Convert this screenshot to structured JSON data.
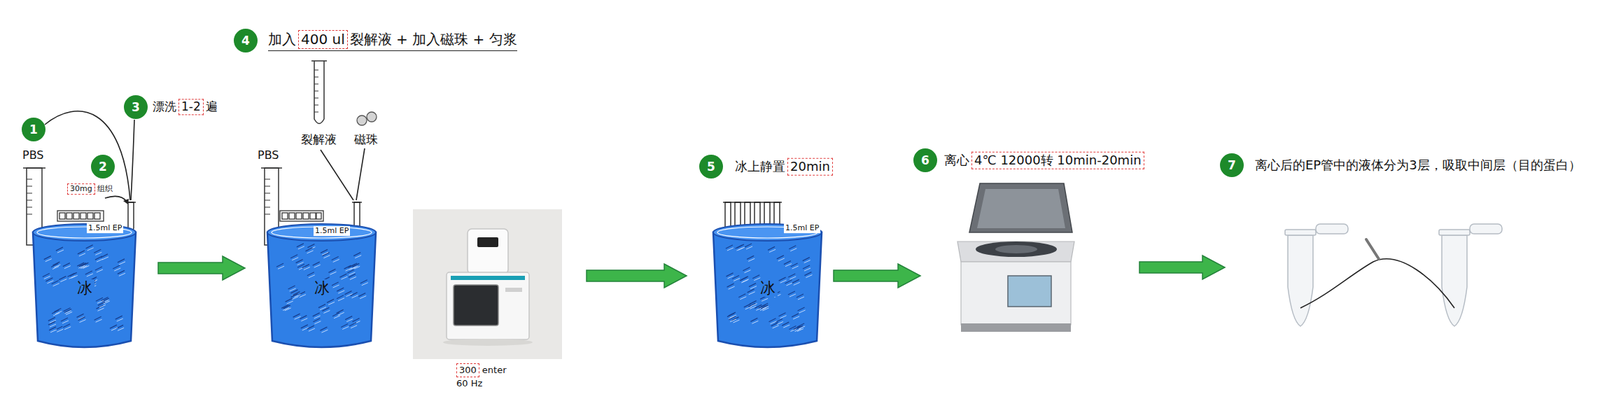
{
  "diagram": {
    "nodes": [
      {
        "text": [
          "1"
        ]
      },
      {
        "text": [
          "2"
        ]
      },
      {
        "text": [
          "3"
        ]
      },
      {
        "text": [
          "冰"
        ]
      },
      {
        "text": [
          "4"
        ]
      },
      {
        "text": [
          "冰"
        ]
      },
      {
        "text": [
          "300",
          "enter",
          "60 Hz"
        ]
      },
      {
        "text": [
          "5"
        ]
      },
      {
        "text": [
          "冰"
        ]
      },
      {
        "text": [
          "6"
        ]
      },
      {
        "text": [
          "7"
        ]
      }
    ],
    "edges": [
      {
        "from": 3,
        "to": 5,
        "arrow": "to"
      },
      {
        "from": 6,
        "to": 8,
        "arrow": "to"
      }
    ],
    "labels": [
      "PBS",
      "30mg",
      "组织",
      "漂洗",
      "1-2",
      "遍",
      "1.5ml EP",
      "加入",
      "400 ul",
      "裂解液 + 加入磁珠 + 匀浆",
      "PBS",
      "裂解液",
      "磁珠",
      "1.5ml EP",
      "冰上静置",
      "20min",
      "1.5ml EP",
      "离心",
      "4℃ 12000转 10min-20min",
      "离心后的EP管中的液体分为3层，吸取中间层（目的蛋白）"
    ]
  }
}
